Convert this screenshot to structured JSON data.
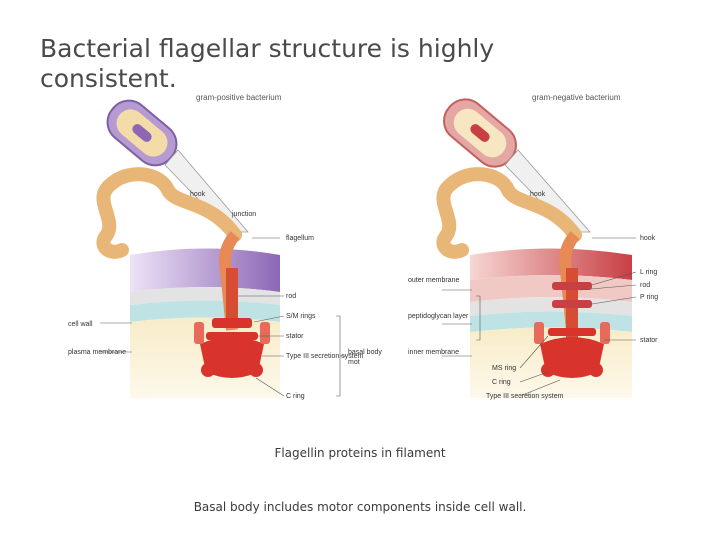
{
  "slide": {
    "title": "Bacterial flagellar structure is highly consistent.",
    "caption_1": "Flagellin proteins in filament",
    "caption_2": "Basal body includes motor components inside cell wall."
  },
  "left_panel": {
    "caption": "gram-positive bacterium",
    "labels": {
      "hook_top": "hook",
      "junction": "junction",
      "filament": "flagellum",
      "cell_wall": "cell wall",
      "membrane": "plasma membrane",
      "s_ring": "S/M rings",
      "rod": "rod",
      "motor": "Type III secretion system",
      "c_ring": "C ring",
      "basal": "basal body",
      "mot": "mot",
      "stator": "stator"
    }
  },
  "right_panel": {
    "caption": "gram-negative bacterium",
    "labels": {
      "hook": "hook",
      "l_ring": "L ring",
      "p_ring": "P ring",
      "outer_membrane": "outer membrane",
      "peptidoglycan": "peptidoglycan layer",
      "inner_membrane": "inner membrane",
      "filament": "hook",
      "rod": "rod",
      "ms_ring": "MS ring",
      "c_ring": "C ring",
      "motor": "Type III secretion system",
      "stator": "stator"
    }
  },
  "colors": {
    "filament": "#e8b676",
    "purple": "#8f6bb8",
    "red_band": "#c83f44",
    "motor": "#d9342b",
    "yellow": "#f5e6b8"
  }
}
